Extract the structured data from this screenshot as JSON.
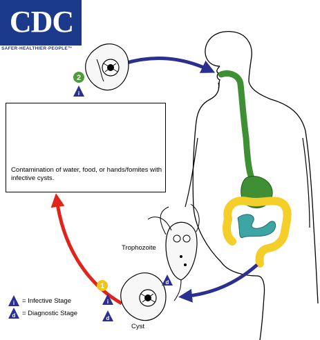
{
  "logo": {
    "text": "CDC",
    "tagline": "SAFER·HEALTHIER·PEOPLE™"
  },
  "contamination_text": "Contamination of water, food, or hands/fomites with infective cysts.",
  "stage_numbers": {
    "one": "1",
    "two": "2"
  },
  "stage_letters": {
    "infective": "i",
    "diagnostic": "d"
  },
  "labels": {
    "trophozoite": "Trophozoite",
    "cyst": "Cyst"
  },
  "legend": {
    "infective": "= Infective Stage",
    "diagnostic": "= Diagnostic Stage"
  },
  "colors": {
    "cdc_blue": "#1b3a8c",
    "arrow_blue": "#2b2f8f",
    "arrow_red": "#e0231b",
    "stage1_yellow": "#f2c417",
    "stage2_green": "#4f9a3b",
    "esophagus_green": "#3f8f34",
    "intestine_yellow": "#f4cf2a",
    "intestine_teal": "#3ea5a5"
  }
}
